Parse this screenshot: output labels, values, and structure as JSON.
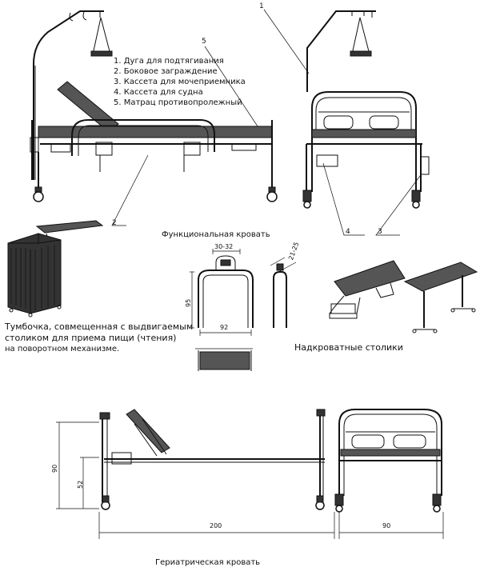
{
  "legend": {
    "items": [
      "1. Дуга для подтягивания",
      "2. Боковое заграждение",
      "3. Кассета для мочеприемника",
      "4. Кассета для судна",
      "5. Матрац противопролежный"
    ]
  },
  "callouts": {
    "c1": "1",
    "c2": "2",
    "c3": "3",
    "c4": "4",
    "c5": "5"
  },
  "captions": {
    "functional_bed": "Функциональная кровать",
    "nightstand_line1": "Тумбочка, совмещенная с выдвигаемым",
    "nightstand_line2": "столиком для приема пищи (чтения)",
    "nightstand_line3": "на поворотном механизме.",
    "overbed_tables": "Надкроватные столики",
    "geriatric_bed": "Гериатрическая кровать"
  },
  "dimensions": {
    "rail_top_width": "30-32",
    "rail_height": "95",
    "rail_width": "92",
    "rail_side": "21-25",
    "bed_height": "90",
    "bed_mid_height": "52",
    "bed_length": "200",
    "bed_width": "90"
  }
}
